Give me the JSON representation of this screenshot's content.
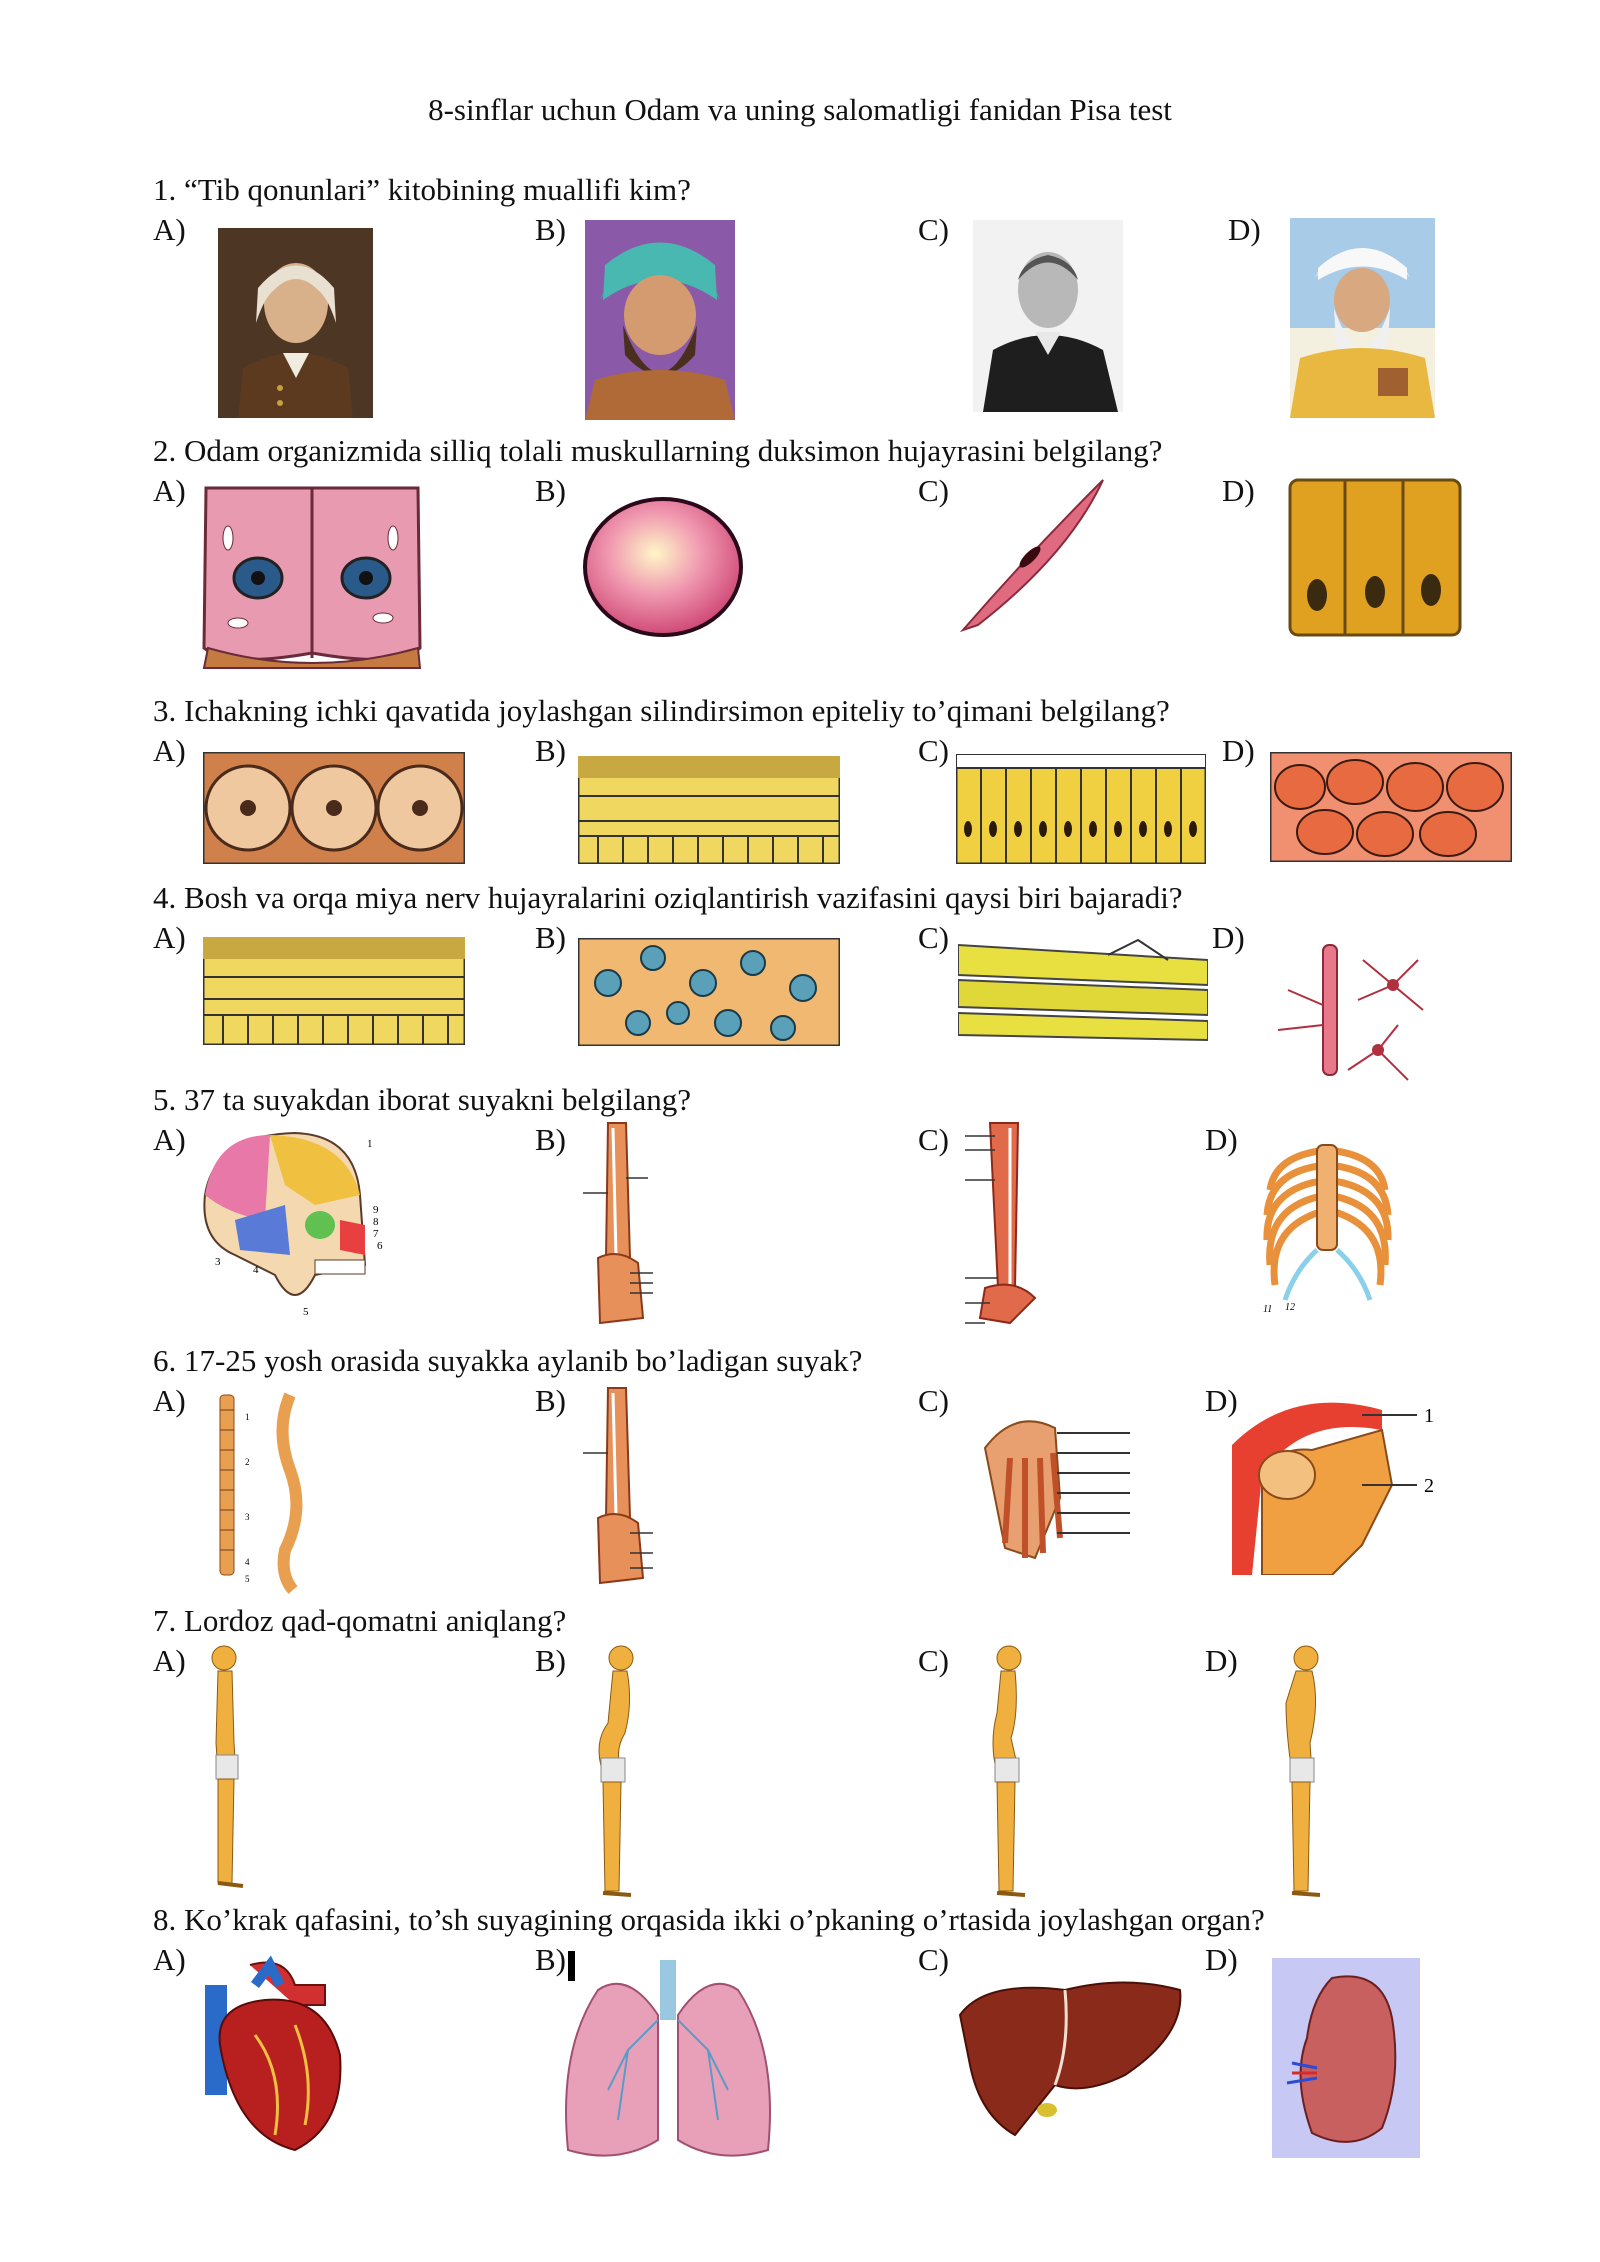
{
  "title": "8-sinflar uchun Odam va uning salomatligi fanidan Pisa test",
  "options": [
    "A)",
    "B)",
    "C)",
    "D)"
  ],
  "questions": [
    {
      "number": 1,
      "text": "1. “Tib qonunlari” kitobining muallifi kim?",
      "image_type": "portraits"
    },
    {
      "number": 2,
      "text": "2. Odam organizmida silliq tolali muskullarning duksimon hujayrasini belgilang?",
      "image_type": "cells"
    },
    {
      "number": 3,
      "text": "3. Ichakning ichki qavatida joylashgan silindirsimon epiteliy to’qimani belgilang?",
      "image_type": "epithelium"
    },
    {
      "number": 4,
      "text": "4. Bosh va orqa miya nerv hujayralarini oziqlantirish vazifasini qaysi biri bajaradi?",
      "image_type": "tissues"
    },
    {
      "number": 5,
      "text": "5. 37 ta suyakdan iborat suyakni belgilang?",
      "image_type": "skeleton-parts"
    },
    {
      "number": 6,
      "text": "6. 17-25 yosh orasida suyakka aylanib bo’ladigan suyak?",
      "image_type": "bones"
    },
    {
      "number": 7,
      "text": "7. Lordoz qad-qomatni aniqlang?",
      "image_type": "postures"
    },
    {
      "number": 8,
      "text": "8. Ko’krak qafasini, to’sh suyagining orqasida ikki o’pkaning o’rtasida joylashgan organ?",
      "image_type": "organs"
    }
  ],
  "skull_labels": [
    "1",
    "9",
    "8",
    "7",
    "6",
    "3",
    "4",
    "5"
  ],
  "ribcage_labels": [
    "11",
    "12"
  ],
  "shoulder_labels": [
    "1",
    "2"
  ],
  "spine_labels": [
    "1",
    "2",
    "3",
    "4",
    "5"
  ]
}
